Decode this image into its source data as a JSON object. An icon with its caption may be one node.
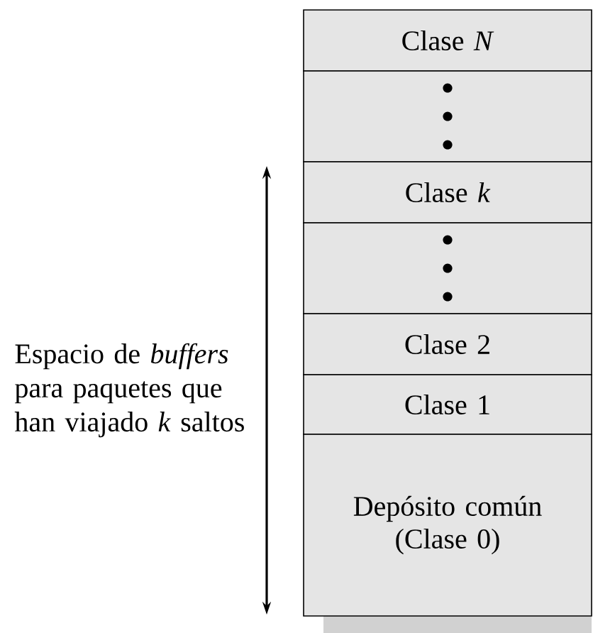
{
  "diagram": {
    "nodes": [
      {
        "text": [
          "Clase *N*"
        ]
      },
      {
        "text": [],
        "shape": "box"
      },
      {
        "text": [
          "Clase *k*"
        ]
      },
      {
        "text": [],
        "shape": "box"
      },
      {
        "text": [
          "Clase 2"
        ]
      },
      {
        "text": [
          "Clase 1"
        ]
      },
      {
        "text": [
          "Depósito común (Clase 0)"
        ]
      }
    ],
    "labels": [
      "Espacio de *buffers* para paquetes que han viajado *k* saltos"
    ]
  }
}
